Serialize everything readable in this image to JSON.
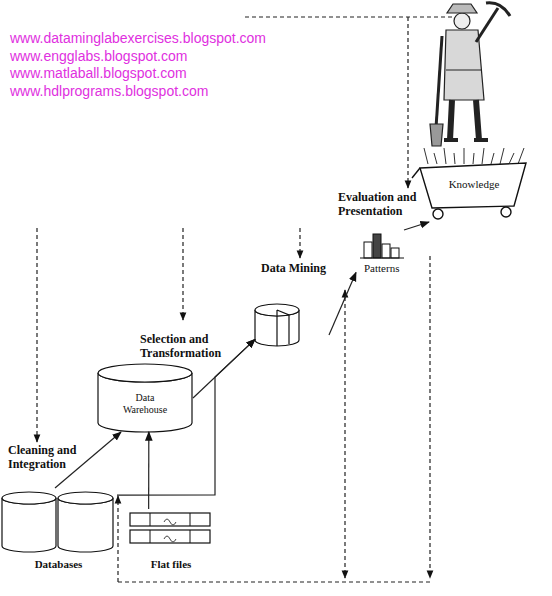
{
  "diagram": {
    "nodes": [
      {
        "text": [
          "Databases"
        ]
      },
      {
        "text": [
          "Flat files"
        ]
      },
      {
        "text": [
          "Data Warehouse"
        ]
      },
      {
        "text": [
          "Data Mining"
        ]
      },
      {
        "text": [
          "Patterns"
        ]
      },
      {
        "text": [
          "Knowledge"
        ]
      }
    ],
    "edges": [
      {
        "from": 0,
        "to": 2,
        "arrow": "to",
        "label": "Cleaning and Integration"
      },
      {
        "from": 1,
        "to": 2,
        "arrow": "to"
      },
      {
        "from": 2,
        "to": 3,
        "arrow": "to",
        "label": "Selection and Transformation"
      },
      {
        "from": 0,
        "to": 3,
        "arrow": "to"
      },
      {
        "from": 3,
        "to": 4,
        "arrow": "to"
      },
      {
        "from": 4,
        "to": 5,
        "arrow": "to",
        "label": "Evaluation and Presentation"
      }
    ],
    "labels": [
      "www.dataminglabexercises.blogspot.com",
      "www.engglabs.blogspot.com",
      "www.matlaball.blogspot.com",
      "www.hdlprograms.blogspot.com"
    ]
  }
}
